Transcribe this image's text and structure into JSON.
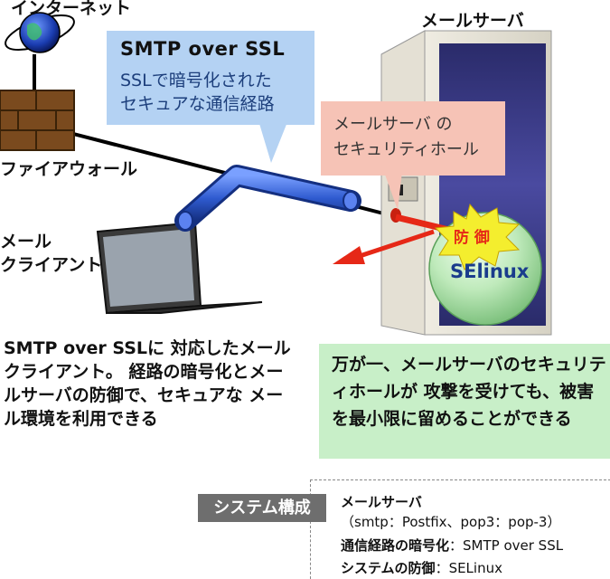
{
  "labels": {
    "internet": "インターネット",
    "mail_server": "メールサーバ",
    "firewall": "ファイアウォール",
    "mail_client_line1": "メール",
    "mail_client_line2": "クライアント",
    "defense": "防 御",
    "selinux": "SElinux"
  },
  "callouts": {
    "smtp_title": "SMTP over SSL",
    "smtp_desc_line1": "SSLで暗号化された",
    "smtp_desc_line2": "セキュアな通信経路",
    "hole_line1": "メールサーバ の",
    "hole_line2": "セキュリティホール",
    "mitigation": "万が一、メールサーバのセキュリティホールが 攻撃を受けても、被害を最小限に留めることができる"
  },
  "client_description": "SMTP over SSLに 対応したメールクライアント。 経路の暗号化とメールサーバの防御で、セキュアな メール環境を利用できる",
  "system": {
    "badge": "システム構成",
    "server_label": "メールサーバ",
    "server_detail": "（smtp：Postfix、pop3：pop-3）",
    "encryption_label": "通信経路の暗号化",
    "encryption_value": "：SMTP over SSL",
    "protection_label": "システムの防御",
    "protection_value": "：SELinux"
  },
  "colors": {
    "blue_callout": "#b4d2f3",
    "pink_callout": "#f6c3b6",
    "green_callout": "#c8efc8",
    "tube": "#2f5bd0",
    "attack_arrow": "#e62817",
    "star": "#f4ee2e"
  }
}
